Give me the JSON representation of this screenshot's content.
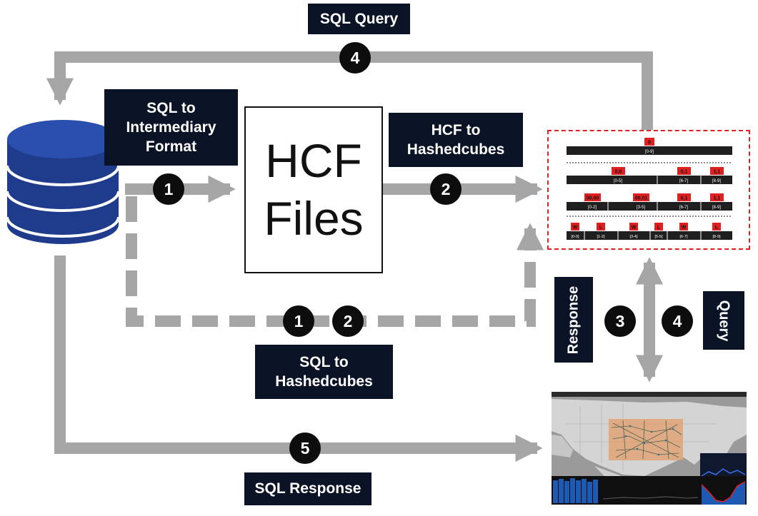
{
  "labels": {
    "sql_query": "SQL Query",
    "sql_to_intermediary": "SQL to Intermediary Format",
    "hcf_to_hashedcubes": "HCF to Hashedcubes",
    "sql_to_hashedcubes": "SQL to Hashedcubes",
    "sql_response": "SQL Response",
    "response": "Response",
    "query": "Query"
  },
  "hcf_box": {
    "line1": "HCF",
    "line2": "Files"
  },
  "steps": {
    "step_1": "1",
    "step_2": "2",
    "step_3": "3",
    "step_4_top": "4",
    "step_4_right": "4",
    "step_5": "5",
    "step_1_dashed": "1",
    "step_2_dashed": "2"
  },
  "hashedcube": {
    "row1": {
      "nodes": [
        "0"
      ],
      "ranges": [
        "[0-9]"
      ]
    },
    "row2": {
      "nodes": [
        "0,0",
        "0,1",
        "1,1"
      ],
      "ranges": [
        "[0-5]",
        "[6-7]",
        "[8-9]"
      ]
    },
    "row3": {
      "nodes": [
        "00,00",
        "00,01",
        "0,1",
        "1,1"
      ],
      "ranges": [
        "[0-2]",
        "[3-5]",
        "[6-7]",
        "[8-9]"
      ]
    },
    "row4": {
      "nodes": [
        "W",
        "L",
        "W",
        "L",
        "W",
        "L"
      ],
      "ranges": [
        "[0-0]",
        "[1-2]",
        "[3-4]",
        "[5-5]",
        "[6-7]",
        "[8-9]"
      ]
    }
  },
  "colors": {
    "arrow_gray": "#a6a6a6",
    "label_navy": "#0b1326",
    "step_circle": "#0d0d0d",
    "database_blue": "#1f3b8c",
    "node_red": "#e02020",
    "dashed_border_red": "#e02020"
  },
  "icons": {
    "database": "database-icon"
  }
}
